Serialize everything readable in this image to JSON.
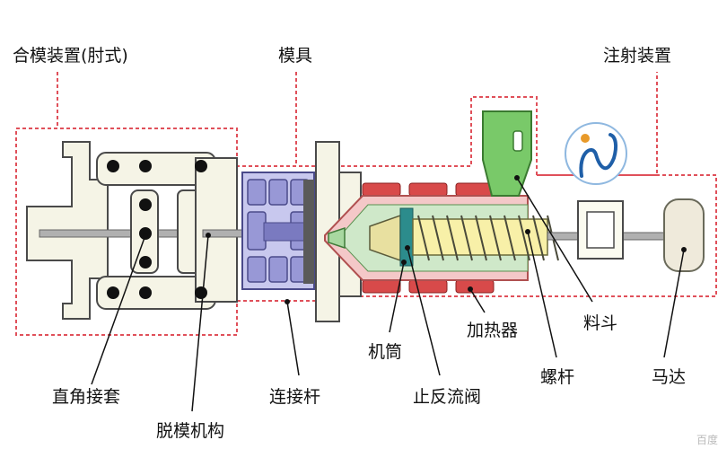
{
  "labels": {
    "clamping_unit": "合模装置(肘式)",
    "mold": "模具",
    "injection_unit": "注射装置",
    "elbow_sleeve": "直角接套",
    "ejector": "脱模机构",
    "tie_rod": "连接杆",
    "barrel": "机筒",
    "check_valve": "止反流阀",
    "heater": "加热器",
    "screw": "螺杆",
    "hopper": "料斗",
    "motor": "马达"
  },
  "watermark": "百度"
}
